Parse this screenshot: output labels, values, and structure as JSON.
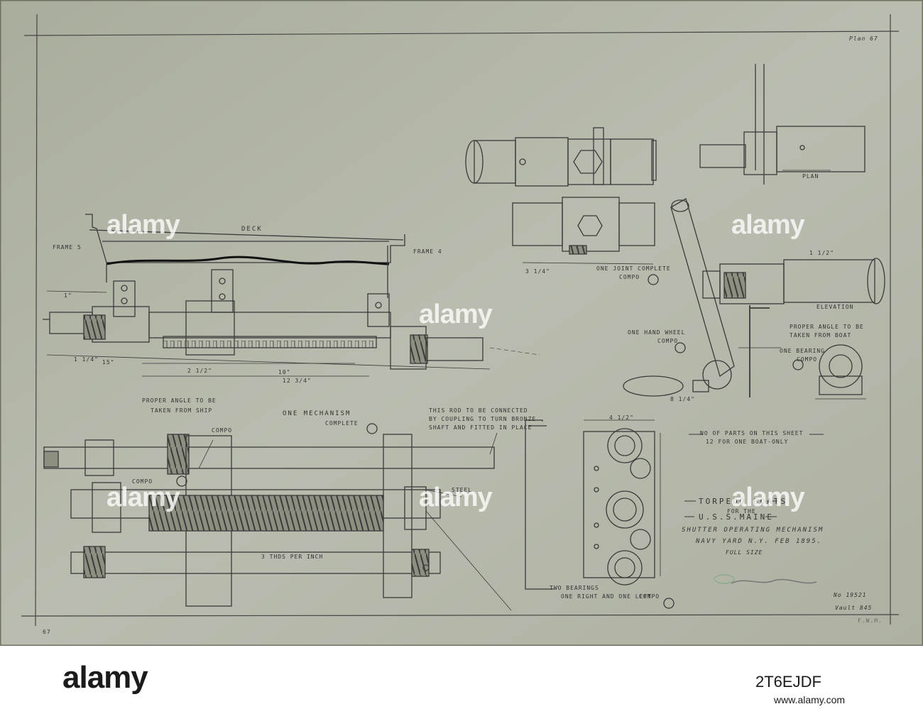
{
  "sheet": {
    "plate_number": "Plan 67",
    "corner_number": "67",
    "title": {
      "line1": "TORPEDO BOATS",
      "line2": "FOR THE",
      "line3": "U.S.S.MAINE",
      "line4": "SHUTTER OPERATING MECHANISM",
      "line5": "NAVY YARD N.Y. FEB 1895.",
      "line6": "FULL SIZE"
    },
    "parts_note": [
      "NO OF PARTS ON THIS SHEET",
      "12 FOR ONE BOAT-ONLY"
    ],
    "archive_marks": [
      "No 19521",
      "Vault 845",
      "F.W.H."
    ],
    "labels": {
      "deck": "DECK",
      "frame5": "FRAME 5",
      "frame4": "FRAME 4",
      "proper_angle_ship": [
        "PROPER ANGLE TO BE",
        "TAKEN FROM SHIP"
      ],
      "one_mechanism": [
        "ONE MECHANISM",
        "COMPLETE"
      ],
      "compo": "COMPO",
      "steel": "STEEL",
      "threads": "3 THDS PER INCH",
      "connected_note": [
        "THIS ROD TO BE CONNECTED",
        "BY COUPLING TO TURN BRONZE",
        "SHAFT AND FITTED IN PLACE"
      ],
      "one_joint": [
        "ONE JOINT COMPLETE",
        "COMPO"
      ],
      "plan": "PLAN",
      "elevation": "ELEVATION",
      "proper_angle_boat": [
        "PROPER ANGLE TO BE",
        "TAKEN FROM BOAT"
      ],
      "one_bearing": [
        "ONE BEARING",
        "COMPO"
      ],
      "one_hand_wheel": [
        "ONE HAND WHEEL",
        "COMPO"
      ],
      "two_bearings": [
        "TWO BEARINGS",
        "ONE RIGHT AND ONE LEFT",
        "COMPO"
      ],
      "dims": [
        "1\"",
        "1 1/4\"",
        "15\"",
        "2 1/2\"",
        "12 3/4\"",
        "10\"",
        "1 1/2\"",
        "3 1/4\"",
        "4 1/2\"",
        "8 1/4\""
      ]
    }
  },
  "watermark": "alamy",
  "banner": {
    "logo": "alamy",
    "image_id": "2T6EJDF",
    "url": "www.alamy.com"
  }
}
